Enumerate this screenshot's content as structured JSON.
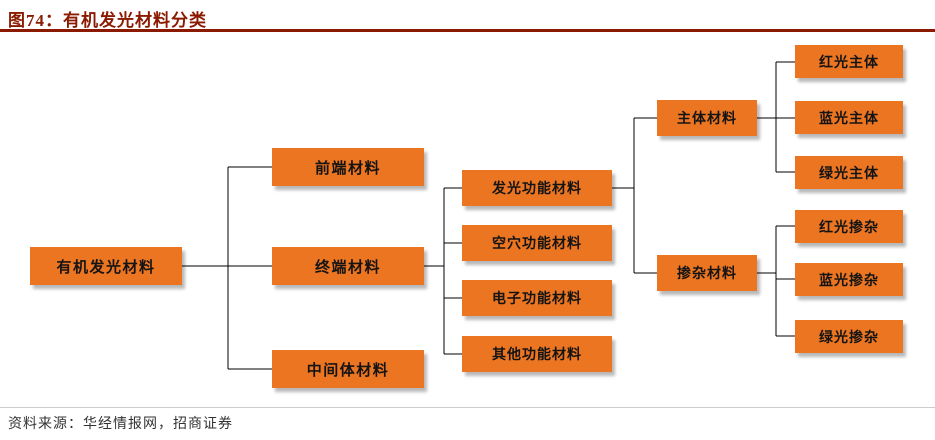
{
  "header": {
    "title": "图74：有机发光材料分类"
  },
  "colors": {
    "title": "#8B1A00",
    "box": "#EC7522",
    "line": "#000000"
  },
  "tree": {
    "root": "有机发光材料",
    "level2": [
      "前端材料",
      "终端材料",
      "中间体材料"
    ],
    "level3": [
      "发光功能材料",
      "空穴功能材料",
      "电子功能材料",
      "其他功能材料"
    ],
    "level4": [
      "主体材料",
      "掺杂材料"
    ],
    "host_types": [
      "红光主体",
      "蓝光主体",
      "绿光主体"
    ],
    "dopant_types": [
      "红光掺杂",
      "蓝光掺杂",
      "绿光掺杂"
    ]
  },
  "footer": {
    "source": "资料来源：华经情报网，招商证券"
  }
}
